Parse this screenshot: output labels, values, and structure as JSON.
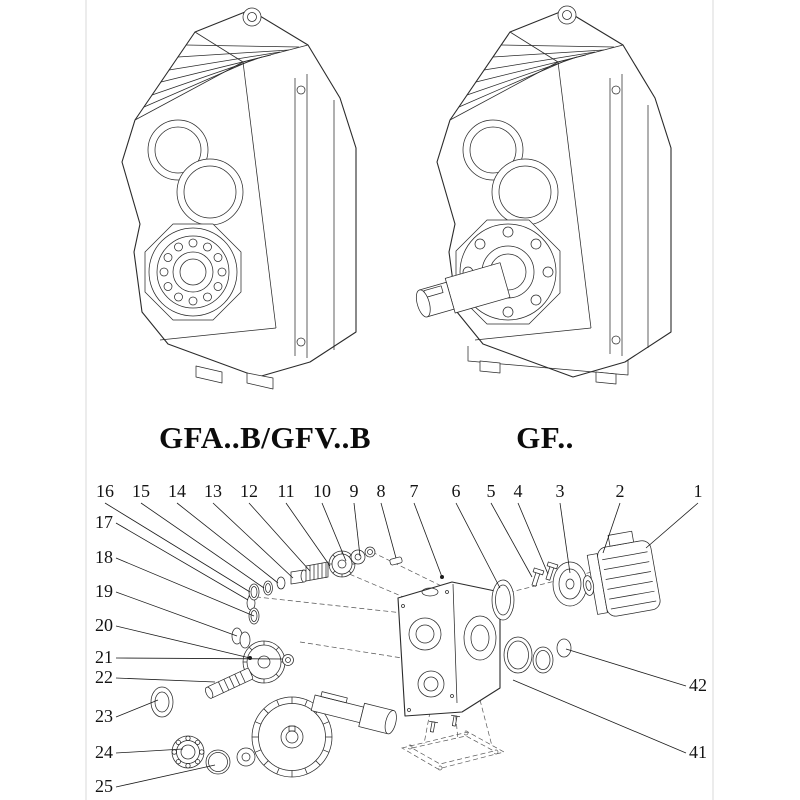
{
  "figures": {
    "left_model_label": "GFA..B/GFV..B",
    "right_model_label": "GF.."
  },
  "exploded_view": {
    "callouts_top": [
      "16",
      "15",
      "14",
      "13",
      "12",
      "11",
      "10",
      "9",
      "8",
      "7",
      "6",
      "5",
      "4",
      "3",
      "2",
      "1"
    ],
    "callouts_left": [
      "17",
      "18",
      "19",
      "20",
      "21",
      "22",
      "23",
      "24",
      "25"
    ],
    "callouts_right": [
      "42",
      "41"
    ]
  },
  "colors": {
    "background": "#ffffff",
    "line": "#2b2b2b",
    "text": "#141414"
  }
}
